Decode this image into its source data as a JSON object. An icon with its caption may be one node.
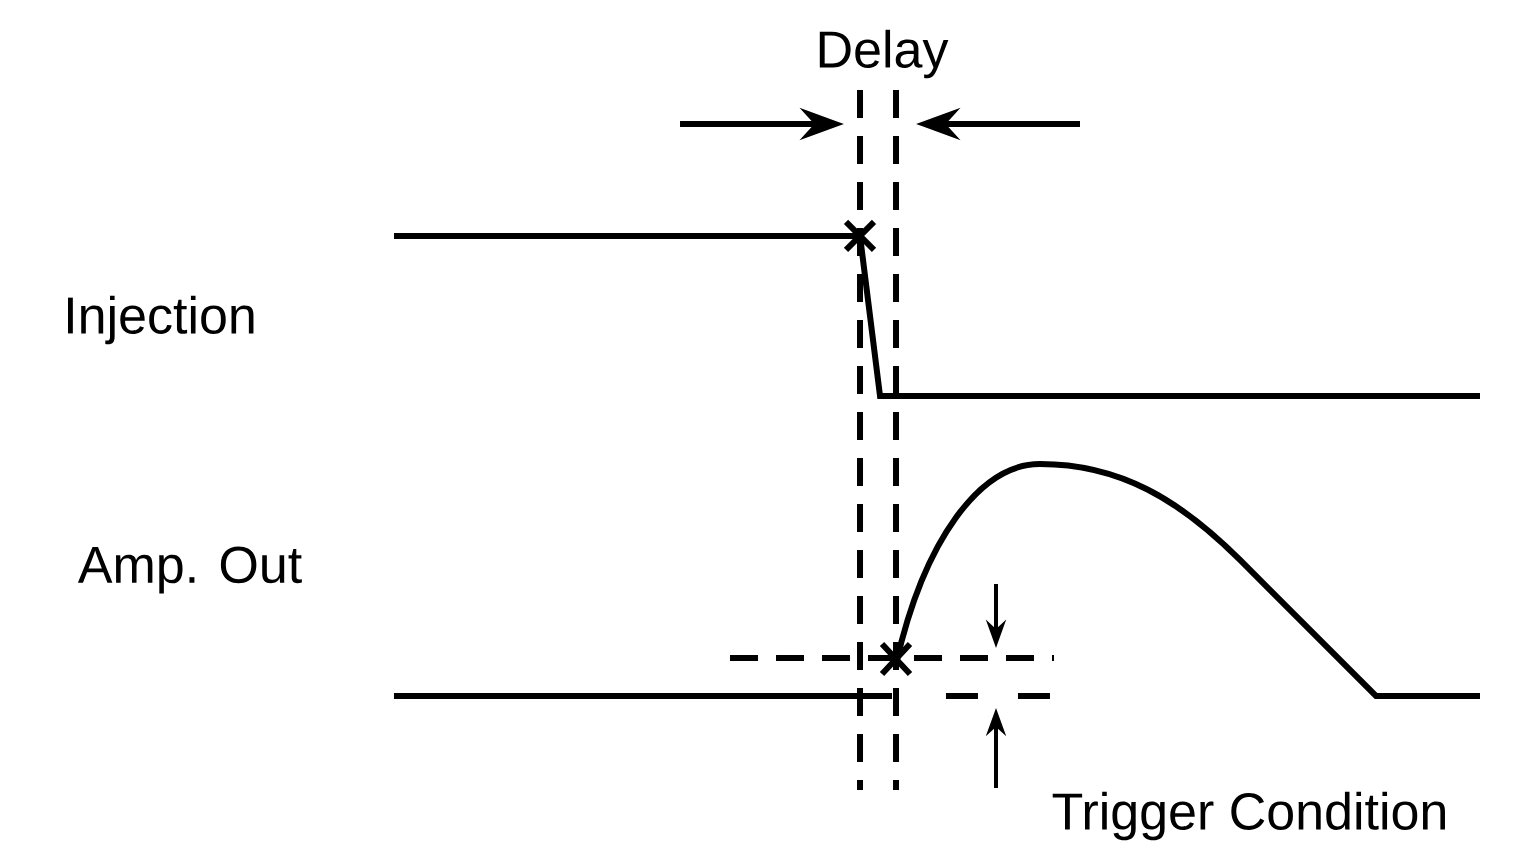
{
  "diagram": {
    "labels": [
      "Delay",
      "Injection",
      "Amp. Out",
      "Trigger Condition"
    ]
  }
}
